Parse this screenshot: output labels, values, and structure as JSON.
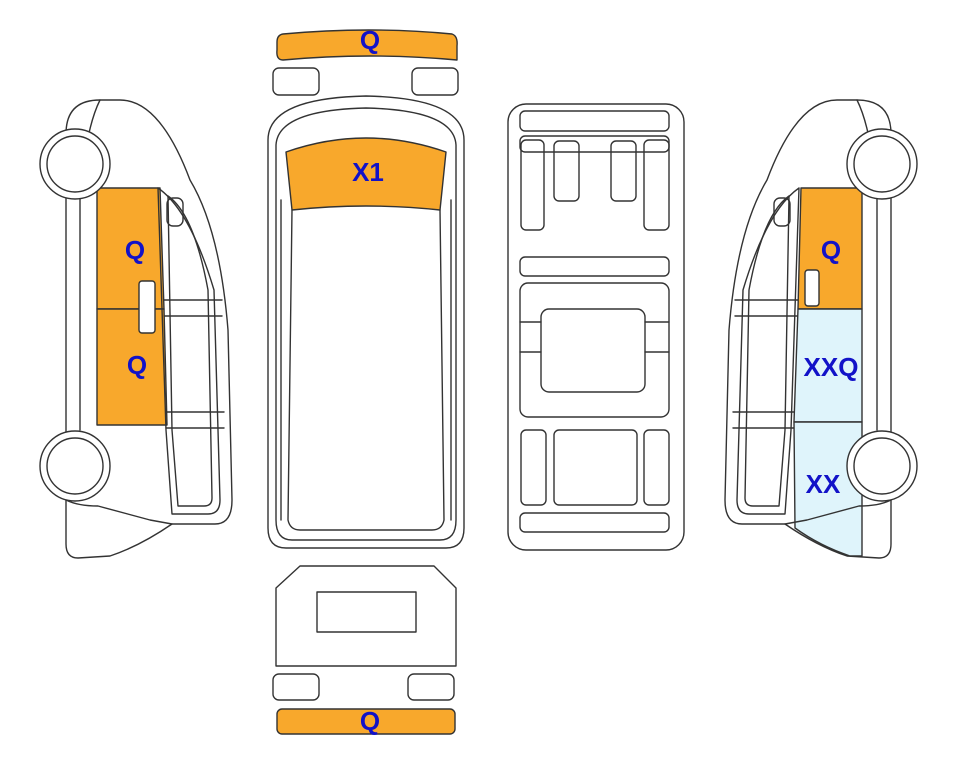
{
  "colors": {
    "marked": "#f8a82c",
    "light": "#dff4fb",
    "label": "#1212c8",
    "outline": "#333333"
  },
  "zones": {
    "front_bumper": {
      "label": "Q",
      "fill": "marked"
    },
    "bonnet": {
      "label": "X1",
      "fill": "marked"
    },
    "rear_bumper": {
      "label": "Q",
      "fill": "marked"
    },
    "left_front_door": {
      "label": "Q",
      "fill": "marked"
    },
    "left_rear_door": {
      "label": "Q",
      "fill": "marked"
    },
    "right_front_door": {
      "label": "Q",
      "fill": "marked"
    },
    "right_sliding": {
      "label": "XXQ",
      "fill": "light"
    },
    "right_rear": {
      "label": "XX",
      "fill": "light"
    }
  }
}
